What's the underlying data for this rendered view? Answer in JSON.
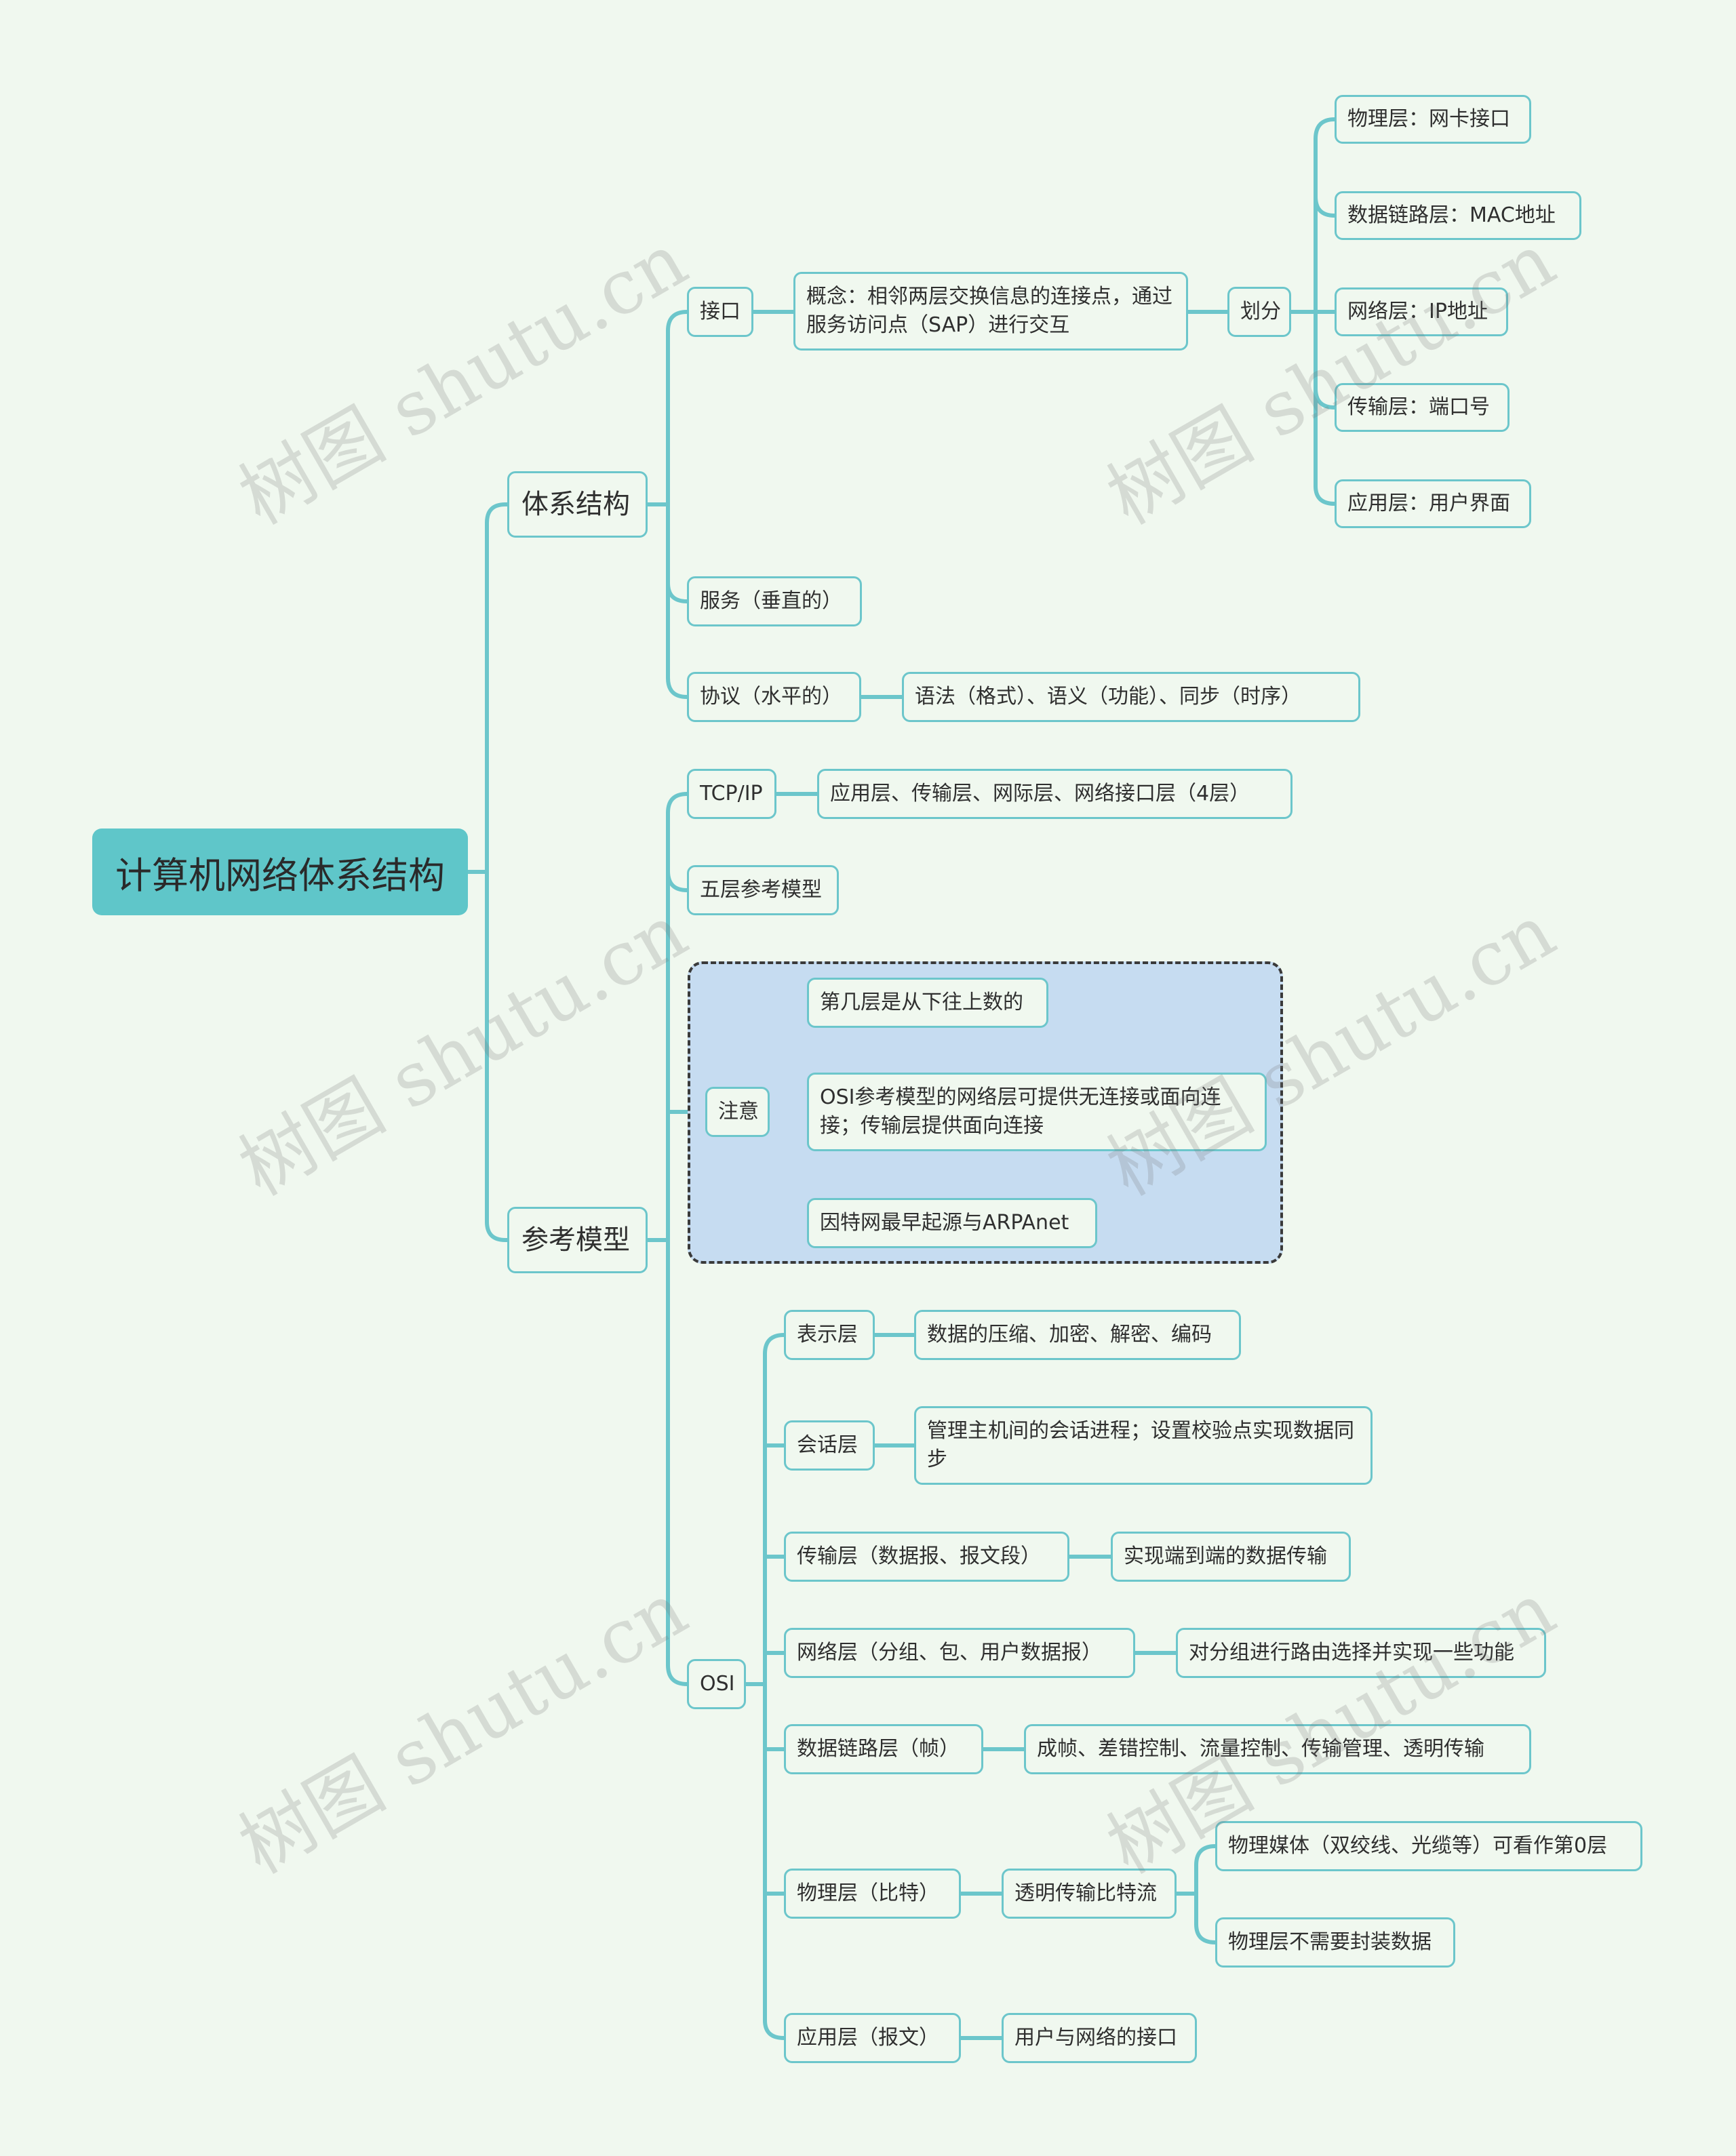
{
  "root": "计算机网络体系结构",
  "watermark": "树图 shutu.cn",
  "colors": {
    "background": "#f0f8ef",
    "root": "#5fc6c9",
    "line": "#6cc6cb",
    "group": "#c6dcf1"
  },
  "branches": {
    "arch": {
      "label": "体系结构",
      "interface": {
        "label": "接口",
        "concept": "概念：相邻两层交换信息的连接点，通过服务访问点（SAP）进行交互",
        "division": {
          "label": "划分",
          "items": [
            "物理层：网卡接口",
            "数据链路层：MAC地址",
            "网络层：IP地址",
            "传输层：端口号",
            "应用层：用户界面"
          ]
        }
      },
      "service": "服务（垂直的）",
      "protocol": {
        "label": "协议（水平的）",
        "detail": "语法（格式）、语义（功能）、同步（时序）"
      }
    },
    "ref": {
      "label": "参考模型",
      "tcpip": {
        "label": "TCP/IP",
        "detail": "应用层、传输层、网际层、网络接口层（4层）"
      },
      "five": "五层参考模型",
      "note": {
        "label": "注意",
        "items": [
          "第几层是从下往上数的",
          "OSI参考模型的网络层可提供无连接或面向连接；传输层提供面向连接",
          "因特网最早起源与ARPAnet"
        ]
      },
      "osi": {
        "label": "OSI",
        "layers": [
          {
            "label": "表示层",
            "detail": "数据的压缩、加密、解密、编码"
          },
          {
            "label": "会话层",
            "detail": "管理主机间的会话进程；设置校验点实现数据同步"
          },
          {
            "label": "传输层（数据报、报文段）",
            "detail": "实现端到端的数据传输"
          },
          {
            "label": "网络层（分组、包、用户数据报）",
            "detail": "对分组进行路由选择并实现一些功能"
          },
          {
            "label": "数据链路层（帧）",
            "detail": "成帧、差错控制、流量控制、传输管理、透明传输"
          },
          {
            "label": "物理层（比特）",
            "detail": "透明传输比特流",
            "subs": [
              "物理媒体（双绞线、光缆等）可看作第0层",
              "物理层不需要封装数据"
            ]
          },
          {
            "label": "应用层（报文）",
            "detail": "用户与网络的接口"
          }
        ]
      }
    }
  }
}
